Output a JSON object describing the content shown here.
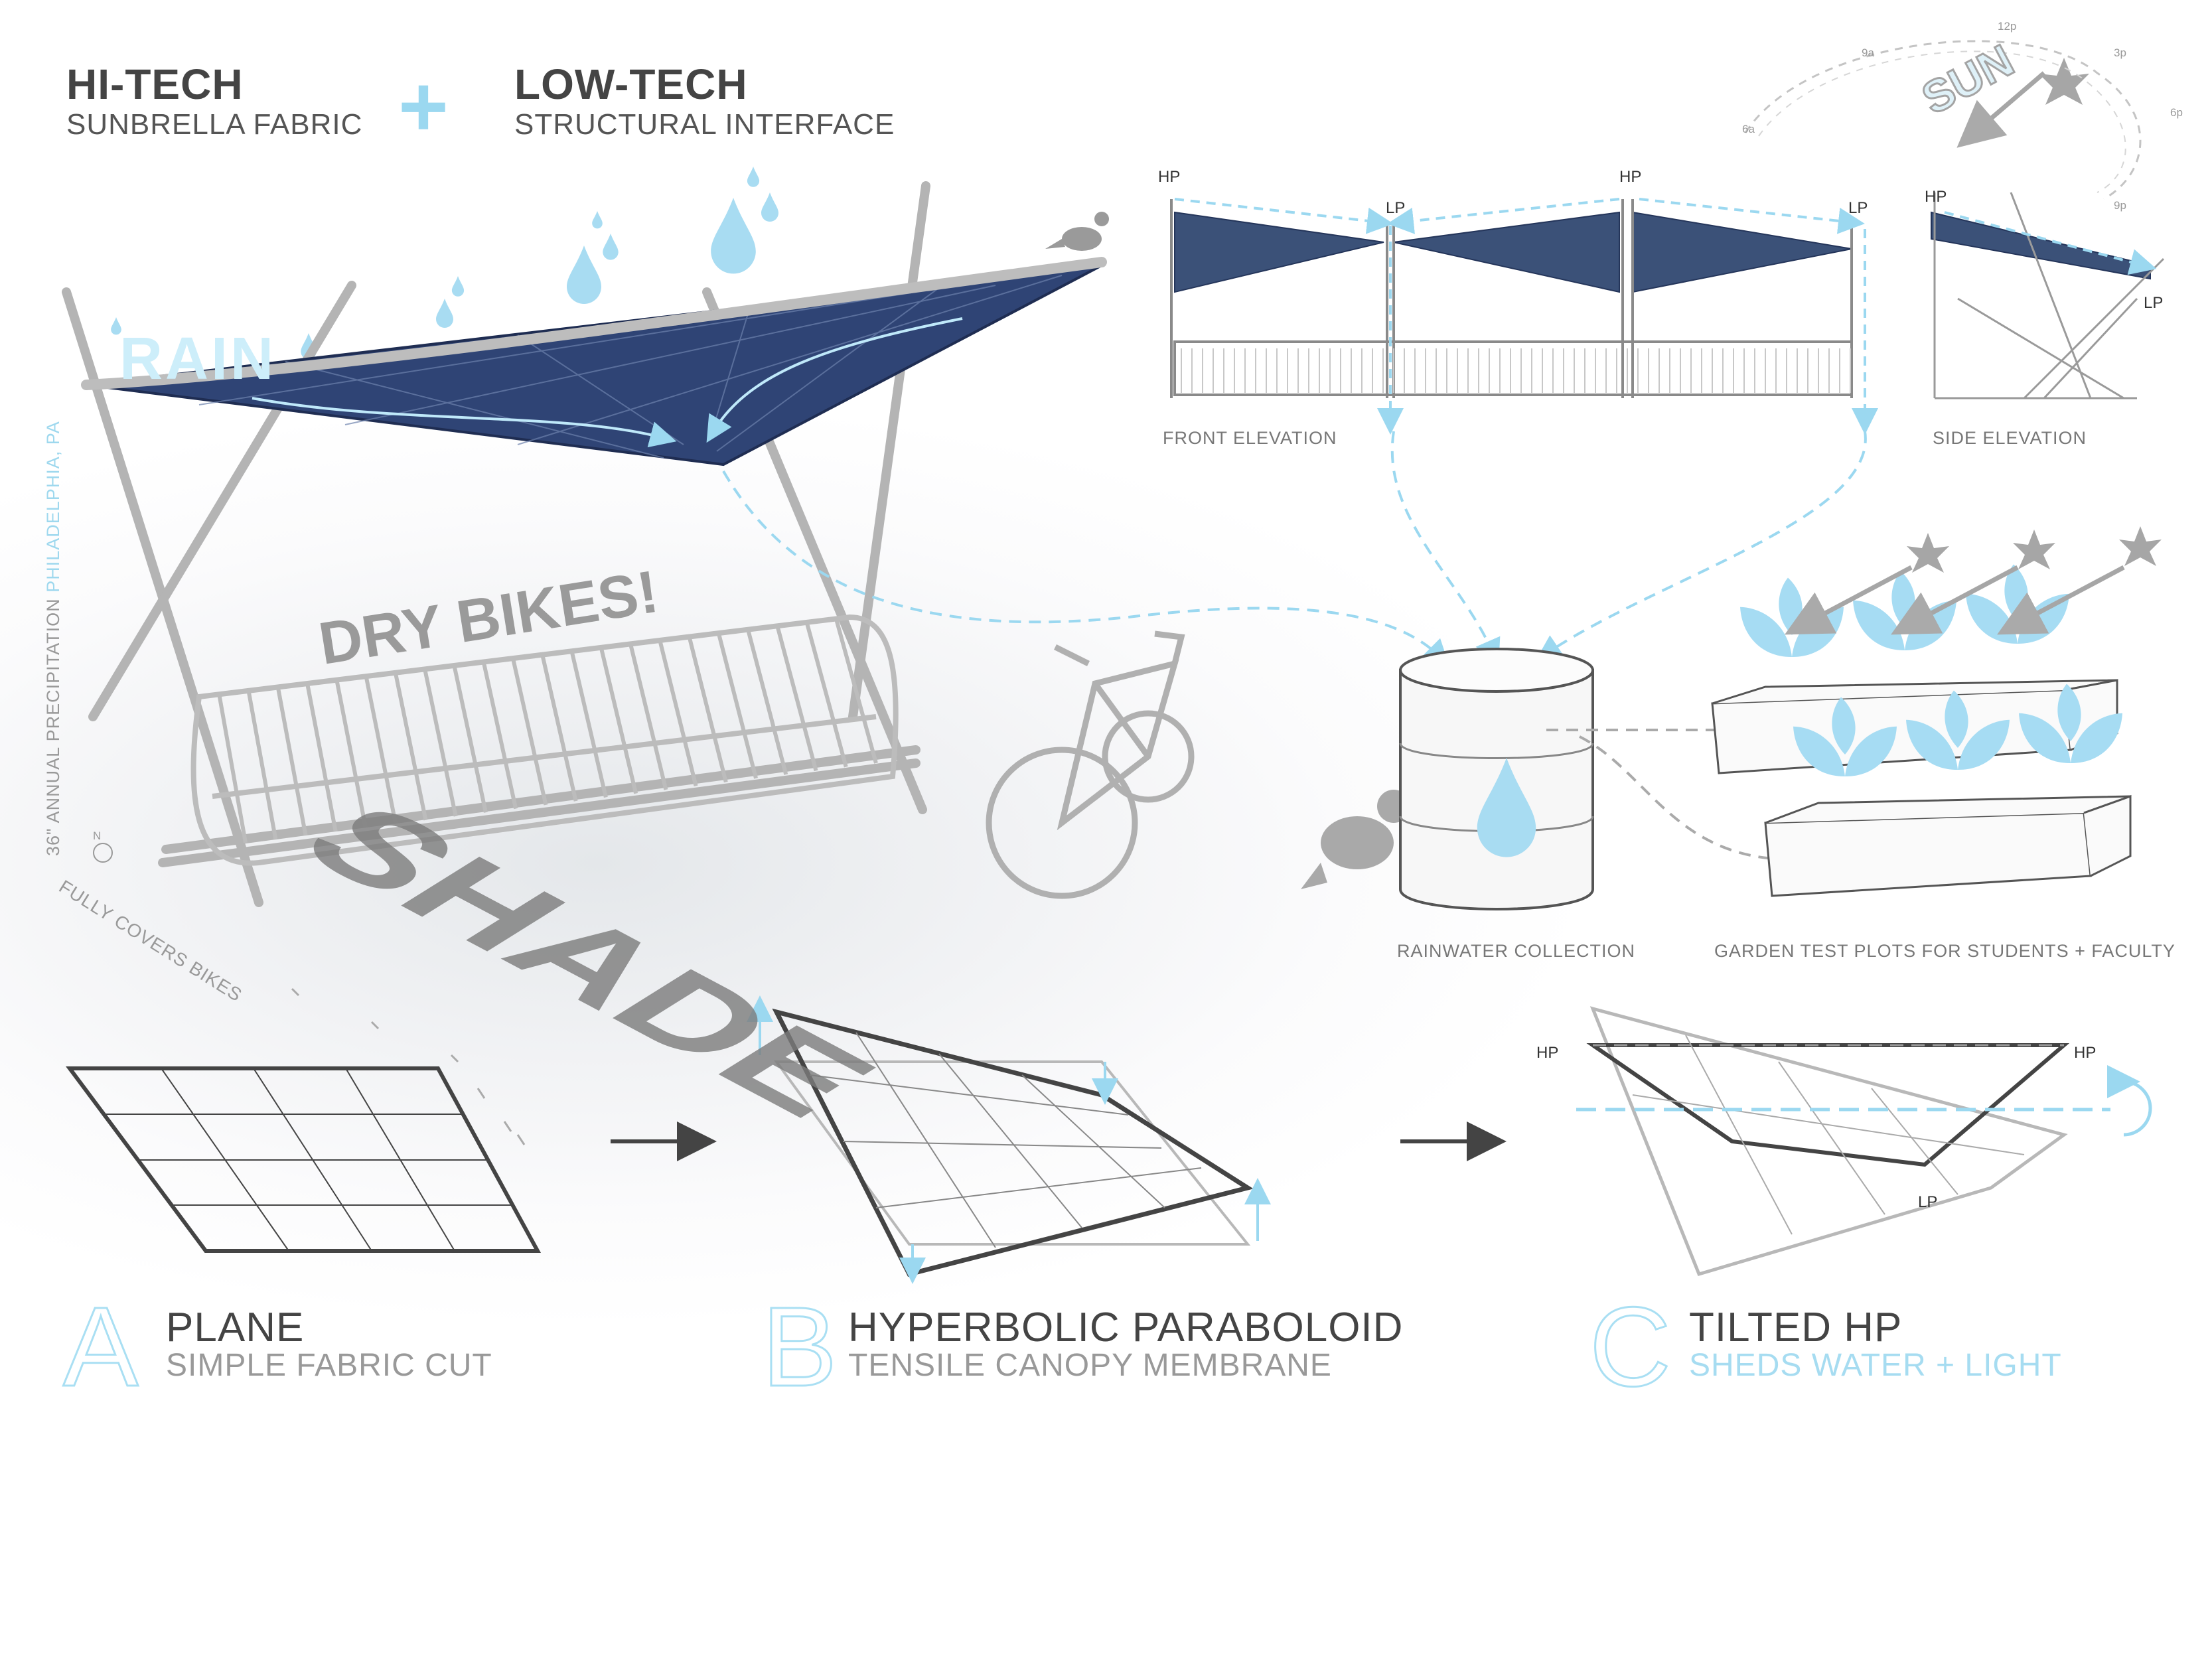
{
  "header": {
    "hitech_title": "HI-TECH",
    "hitech_sub": "SUNBRELLA FABRIC",
    "plus": "+",
    "lowtech_title": "LOW-TECH",
    "lowtech_sub": "STRUCTURAL INTERFACE"
  },
  "callouts": {
    "rain": "RAIN",
    "dry_bikes": "DRY BIKES!",
    "shade": "SHADE",
    "sun": "SUN",
    "precip_prefix": "36\" ANNUAL PRECIPITATION",
    "precip_city": "PHILADELPHIA, PA",
    "fully_covers": "FULLY COVERS BIKES",
    "north": "N"
  },
  "sun_times": [
    "6a",
    "9a",
    "12p",
    "3p",
    "6p",
    "9p"
  ],
  "elevations": {
    "front_label": "FRONT ELEVATION",
    "side_label": "SIDE ELEVATION",
    "hp": "HP",
    "lp": "LP"
  },
  "collection": {
    "rainwater": "RAINWATER COLLECTION",
    "garden": "GARDEN TEST PLOTS FOR STUDENTS + FACULTY"
  },
  "steps": [
    {
      "letter": "A",
      "title": "PLANE",
      "subtitle": "SIMPLE FABRIC CUT"
    },
    {
      "letter": "B",
      "title": "HYPERBOLIC PARABOLOID",
      "subtitle": "TENSILE CANOPY MEMBRANE"
    },
    {
      "letter": "C",
      "title": "TILTED HP",
      "subtitle": "SHEDS WATER + LIGHT"
    }
  ],
  "colors": {
    "accent_blue": "#9bd8f0",
    "fabric_navy": "#3b5178",
    "text_dark": "#444444",
    "text_grey": "#999999"
  }
}
